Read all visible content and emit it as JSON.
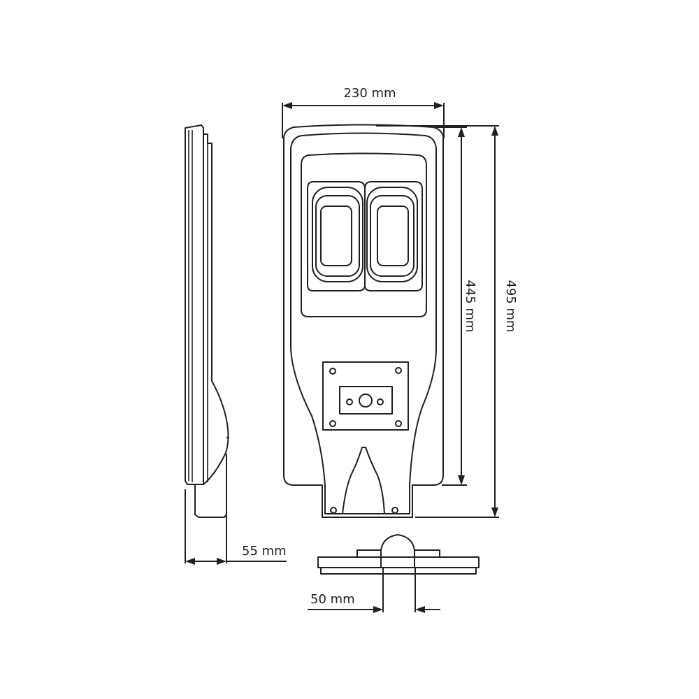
{
  "dimensions": {
    "width": "230 mm",
    "height_body": "445 mm",
    "height_total": "495 mm",
    "depth": "55 mm",
    "bracket": "50 mm"
  },
  "colors": {
    "line": "#231f20",
    "background": "#ffffff"
  }
}
